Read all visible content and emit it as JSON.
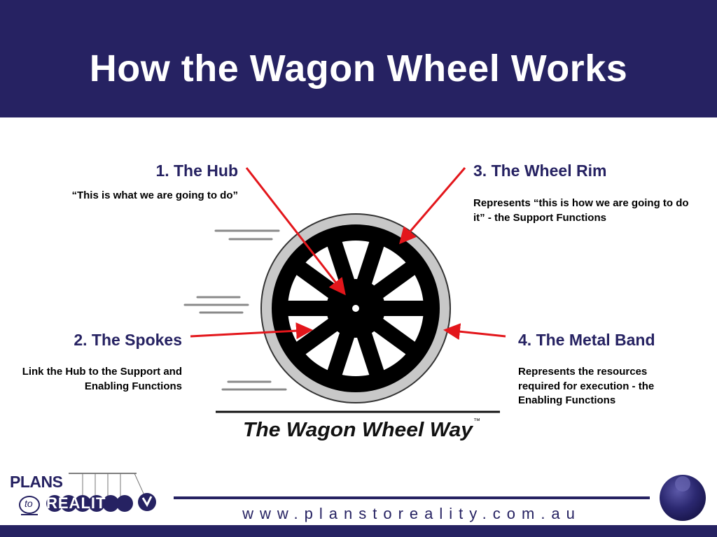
{
  "slide": {
    "title": "How the Wagon Wheel Works"
  },
  "parts": [
    {
      "label": "1.  The Hub",
      "description": "“This is what we are going to do”"
    },
    {
      "label": "2. The Spokes",
      "description": "Link the Hub to the Support and Enabling Functions"
    },
    {
      "label": "3.  The Wheel Rim",
      "description": "Represents “this is how we are going to do it” - the Support Functions"
    },
    {
      "label": "4.  The Metal Band",
      "description": "Represents the resources required for execution - the Enabling Functions"
    }
  ],
  "wheel": {
    "brand_text": "The Wagon Wheel Way",
    "trademark": "™"
  },
  "logo": {
    "line1": "PLANS",
    "connector": "to",
    "line2": "REALIT"
  },
  "footer": {
    "url": "www.planstoreality.com.au"
  },
  "colors": {
    "navy": "#262262",
    "arrow_red": "#e3161b",
    "band_gray": "#c8c8c8"
  }
}
